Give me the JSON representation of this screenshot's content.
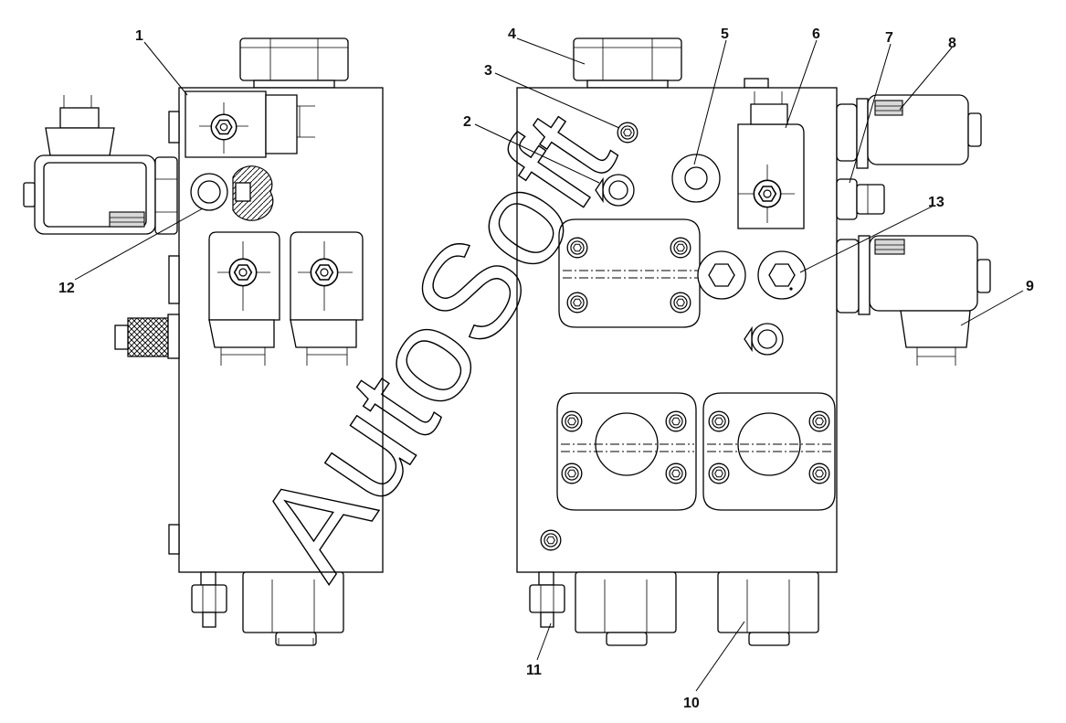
{
  "callouts": [
    {
      "label": "1"
    },
    {
      "label": "2"
    },
    {
      "label": "3"
    },
    {
      "label": "4"
    },
    {
      "label": "5"
    },
    {
      "label": "6"
    },
    {
      "label": "7"
    },
    {
      "label": "8"
    },
    {
      "label": "9"
    },
    {
      "label": "10"
    },
    {
      "label": "11"
    },
    {
      "label": "12"
    },
    {
      "label": "13"
    }
  ],
  "watermark": "AutoSoft"
}
